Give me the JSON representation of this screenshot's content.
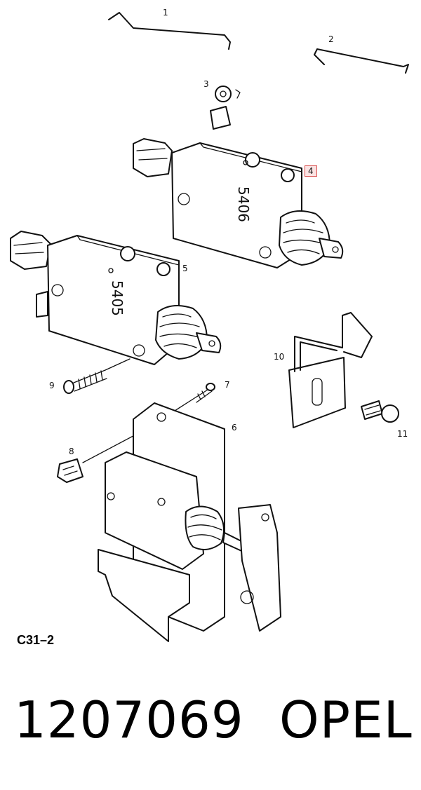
{
  "callouts": {
    "c1": "1",
    "c2": "2",
    "c3": "3",
    "c4": "4",
    "c5": "5",
    "c6": "6",
    "c7": "7",
    "c8": "8",
    "c9": "9",
    "c10": "10",
    "c11": "11"
  },
  "part_labels": {
    "actuator_upper": "5406",
    "actuator_lower": "5405"
  },
  "figure_code": "C31–2",
  "footer": {
    "part_number": "1207069",
    "brand": "OPEL"
  },
  "highlight_color": "#d84a4a"
}
